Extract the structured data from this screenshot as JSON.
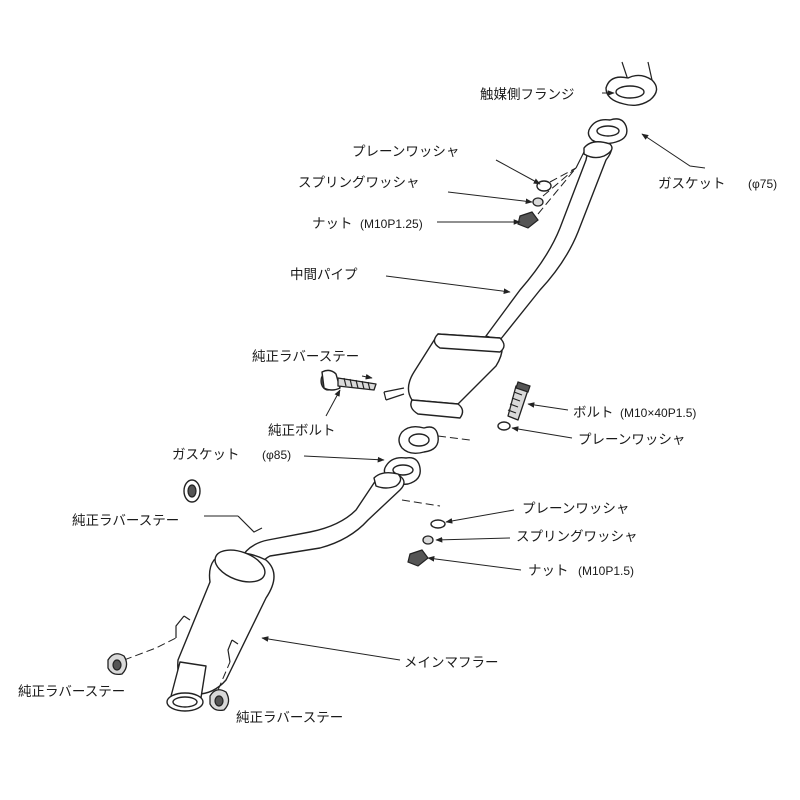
{
  "labels": {
    "cat_flange": "触媒側フランジ",
    "plain_washer_1": "プレーンワッシャ",
    "spring_washer_1": "スプリングワッシャ",
    "nut_1": "ナット",
    "nut_1_spec": "(M10P1.25)",
    "gasket_1": "ガスケット",
    "gasket_1_spec": "(φ75)",
    "mid_pipe": "中間パイプ",
    "rubber_stay_1": "純正ラバーステー",
    "genuine_bolt": "純正ボルト",
    "bolt": "ボルト",
    "bolt_spec": "(M10×40P1.5)",
    "plain_washer_2": "プレーンワッシャ",
    "gasket_2": "ガスケット",
    "gasket_2_spec": "(φ85)",
    "plain_washer_3": "プレーンワッシャ",
    "spring_washer_2": "スプリングワッシャ",
    "nut_2": "ナット",
    "nut_2_spec": "(M10P1.5)",
    "rubber_stay_2": "純正ラバーステー",
    "main_muffler": "メインマフラー",
    "rubber_stay_3": "純正ラバーステー",
    "rubber_stay_4": "純正ラバーステー"
  }
}
